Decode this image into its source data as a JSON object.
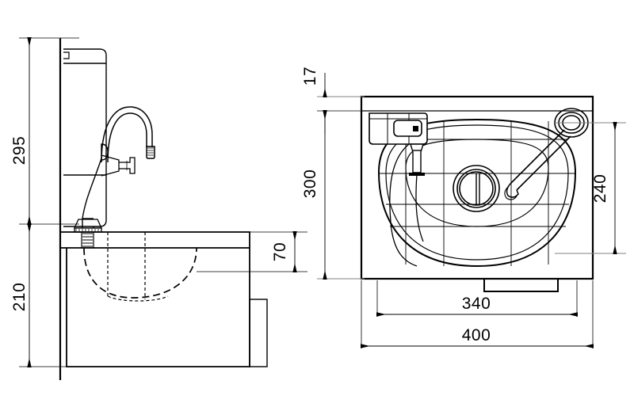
{
  "drawing": {
    "type": "engineering-drawing",
    "subject": "wall-mounted sensor wash basin",
    "units": "mm",
    "views": [
      {
        "id": "side-elevation",
        "name": "Side elevation (left view)"
      },
      {
        "id": "plan-view",
        "name": "Plan view (top view)"
      }
    ]
  },
  "dimensions": {
    "side": {
      "height_to_spout": "295",
      "basin_to_floor": "210",
      "basin_depth": "70"
    },
    "plan": {
      "backsplash_depth": "17",
      "overall_depth": "300",
      "basin_depth_inner": "240",
      "basin_width_inner": "340",
      "overall_width": "400"
    }
  },
  "labels": {
    "d295": "295",
    "d210": "210",
    "d70": "70",
    "d17": "17",
    "d300": "300",
    "d240": "240",
    "d340": "340",
    "d400": "400"
  },
  "colors": {
    "line": "#000000",
    "thin_line": "#1a1a1a",
    "center_line": "#808080",
    "background": "#ffffff"
  },
  "parts": {
    "side": [
      "wall-line",
      "back-panel",
      "gooseneck-spout",
      "sensor-body",
      "lever-handle",
      "supply-pipe",
      "escutcheon",
      "basin-rim",
      "basin-bowl-dashed",
      "apron-panel",
      "bracket"
    ],
    "plan": [
      "outer-rim",
      "backsplash",
      "sensor-housing",
      "sensor-window",
      "spout-outlet",
      "basin-bowl",
      "drain-strainer",
      "faucet-arm",
      "faucet-base-ring",
      "drain-tailpiece"
    ]
  }
}
